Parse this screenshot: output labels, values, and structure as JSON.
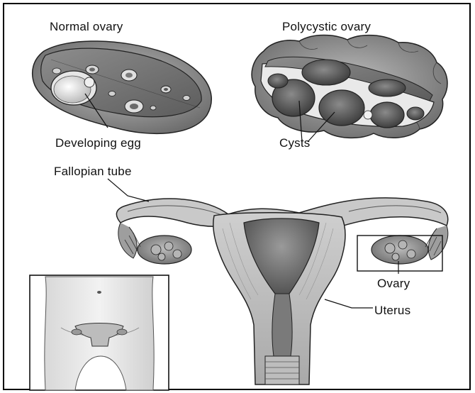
{
  "labels": {
    "normal_ovary": "Normal ovary",
    "polycystic_ovary": "Polycystic ovary",
    "developing_egg": "Developing egg",
    "cysts": "Cysts",
    "fallopian_tube": "Fallopian tube",
    "ovary": "Ovary",
    "uterus": "Uterus"
  },
  "colors": {
    "ink": "#111111",
    "tissue_light": "#d4d4d4",
    "tissue_mid": "#9a9a9a",
    "tissue_dark": "#5a5a5a",
    "background": "#ffffff"
  }
}
